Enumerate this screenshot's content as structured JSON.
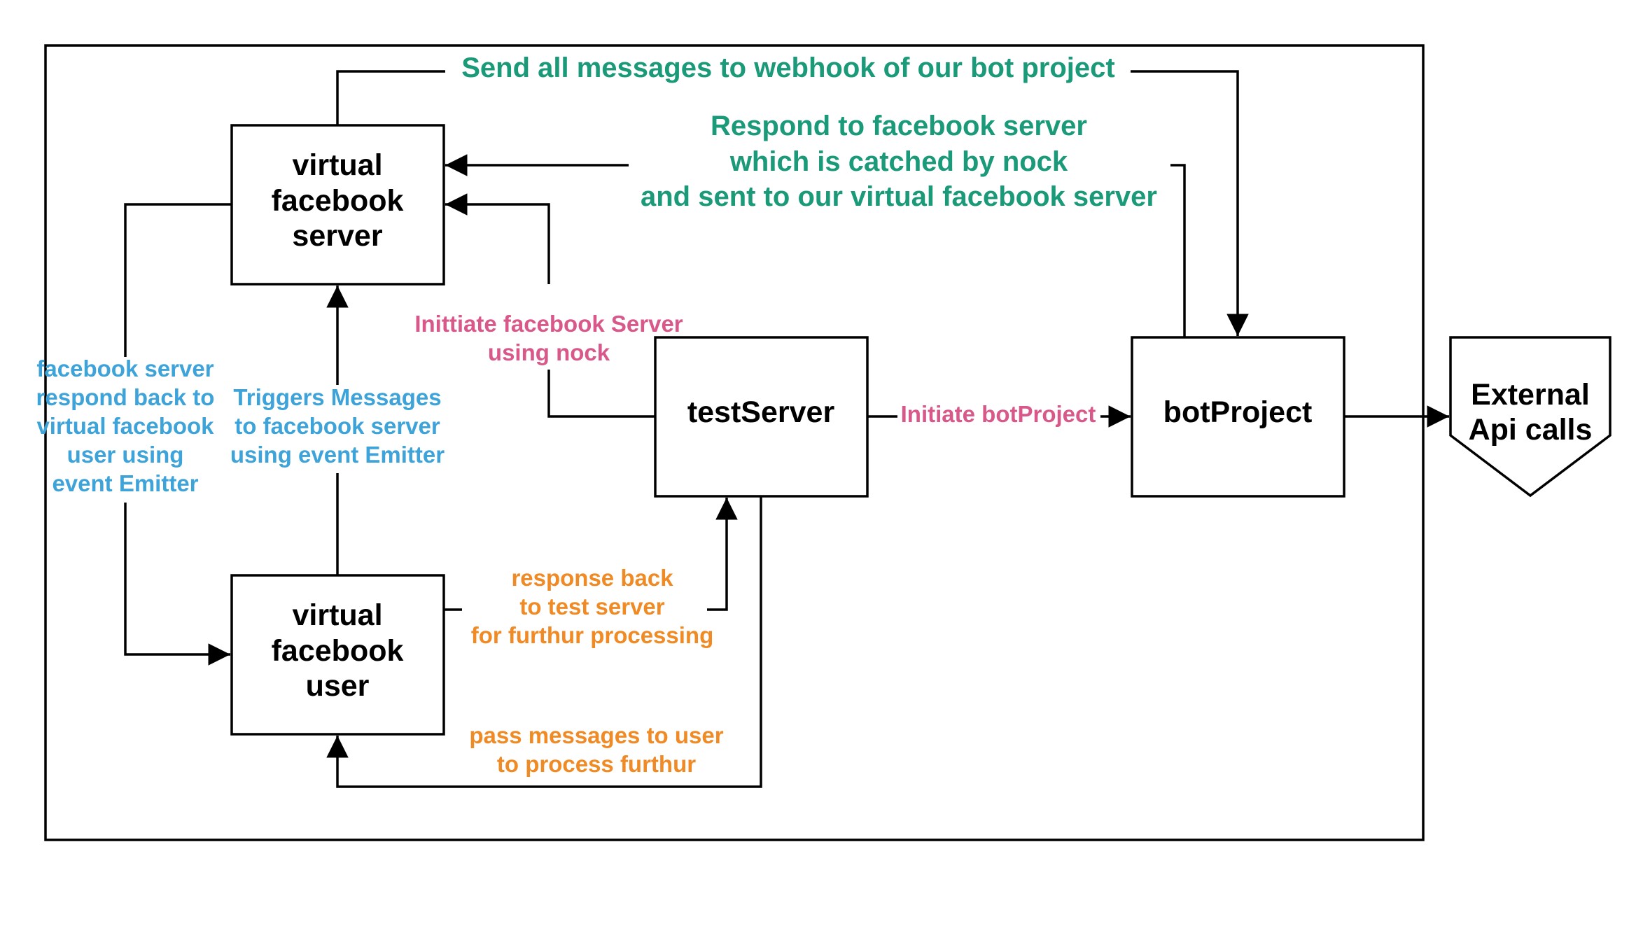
{
  "colors": {
    "green": "#1a9a78",
    "blue": "#3da3d9",
    "pink": "#d9588a",
    "orange": "#f08a24",
    "stroke": "#000000"
  },
  "nodes": {
    "virtual_facebook_server": [
      "virtual",
      "facebook",
      "server"
    ],
    "virtual_facebook_user": [
      "virtual",
      "facebook",
      "user"
    ],
    "test_server": [
      "testServer"
    ],
    "bot_project": [
      "botProject"
    ],
    "external_api": [
      "External",
      "Api calls"
    ]
  },
  "labels": {
    "send_all_messages": [
      "Send all messages to webhook of our bot project"
    ],
    "respond_to_facebook": [
      "Respond  to facebook server",
      "which is catched by nock",
      "and sent to our virtual facebook server"
    ],
    "initiate_facebook_server": [
      "Inittiate facebook Server",
      "using nock"
    ],
    "initiate_bot_project": [
      "Initiate botProject"
    ],
    "facebook_respond_back": [
      "facebook server",
      "respond back to",
      "virtual facebook",
      "user using",
      "event Emitter"
    ],
    "triggers_messages": [
      "Triggers Messages",
      "to facebook server",
      "using event Emitter"
    ],
    "response_back": [
      "response back",
      "to test server",
      "for furthur processing"
    ],
    "pass_messages": [
      "pass messages to user",
      "to process furthur"
    ]
  }
}
